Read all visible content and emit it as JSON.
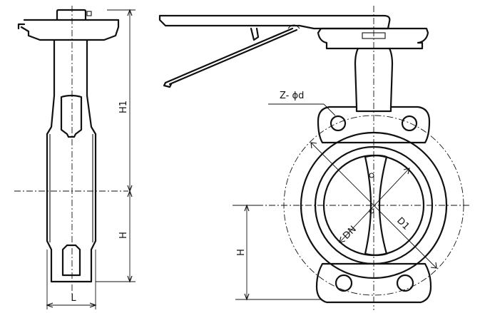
{
  "labels": {
    "h1": "H1",
    "h_left": "H",
    "h_right": "H",
    "l": "L",
    "z_phi_d": "Z- ϕd",
    "dn": "DN",
    "d1": "D1"
  }
}
